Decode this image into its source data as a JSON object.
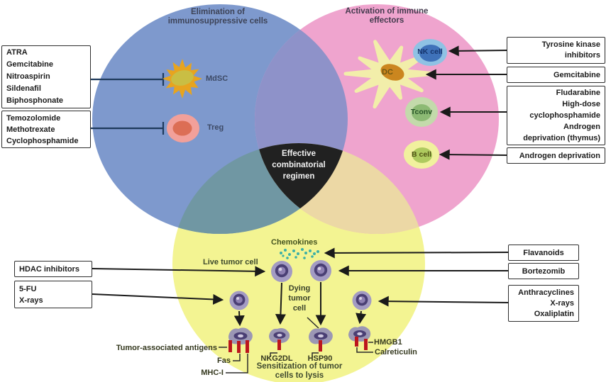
{
  "figure": {
    "venn": {
      "blue_label": "Elimination of\nimmunosuppressive cells",
      "pink_label": "Activation of immune\neffectors",
      "center_label": "Effective\ncombinatorial\nregimen",
      "colors": {
        "blue": "#7e99cd",
        "pink": "#efa4ce",
        "yellow": "#f3f492",
        "blue_pink_overlap": "#8e92c9",
        "blue_yellow_overlap": "#7097a3",
        "pink_yellow_overlap": "#ecd8a5",
        "center": "#212121",
        "inhibit_line": "#1e3a5c",
        "arrow": "#1a1a1a",
        "receptor_bar": "#bc161d",
        "chemokine_dot": "#3cb0a6"
      }
    },
    "cells": {
      "mdsc": "MdSC",
      "treg": "Treg",
      "nk": "NK cell",
      "dc": "DC",
      "tconv": "Tconv",
      "bcell": "B cell"
    },
    "boxes": {
      "atra": "ATRA\nGemcitabine\nNitroaspirin\nSildenafil\nBiphosphonate",
      "temo": "Temozolomide\nMethotrexate\nCyclophosphamide",
      "tki": "Tyrosine kinase\ninhibitors",
      "gem": "Gemcitabine",
      "flu": "Fludarabine\nHigh-dose\ncyclophosphamide\nAndrogen\ndeprivation (thymus)",
      "andro": "Androgen deprivation",
      "flav": "Flavanoids",
      "bort": "Bortezomib",
      "anth": "Anthracyclines\nX-rays\nOxaliplatin",
      "hdac": "HDAC inhibitors",
      "fu": "5-FU\nX-rays"
    },
    "bottom_labels": {
      "chemokines": "Chemokines",
      "live": "Live tumor cell",
      "dying": "Dying\ntumor\ncell",
      "taa": "Tumor-associated antigens",
      "fas": "Fas",
      "mhc": "MHC-I",
      "nkg2dl": "NKG2DL",
      "hsp90": "HSP90",
      "hmgb1": "HMGB1",
      "calreticulin": "Calreticulin",
      "sensitization": "Sensitization of tumor\ncells to lysis"
    }
  }
}
